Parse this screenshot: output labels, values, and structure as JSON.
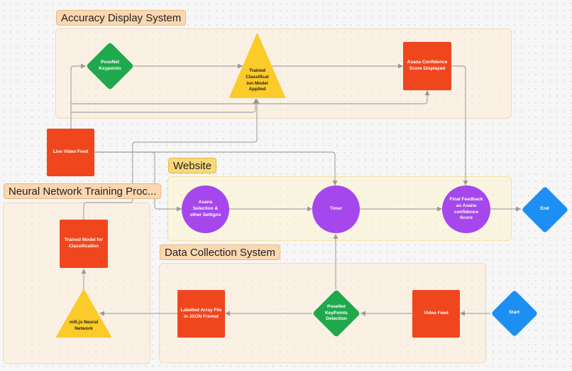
{
  "colors": {
    "process": "#f0461e",
    "keypoints": "#1fa94c",
    "model": "#fbcb2a",
    "timer": "#a547ec",
    "terminal": "#1d8ff2",
    "connector": "#a8a8a8"
  },
  "sections": {
    "accuracy": "Accuracy Display System",
    "website": "Website",
    "neural": "Neural Network Training Proc...",
    "data_collection": "Data Collection System"
  },
  "nodes": {
    "posenet_keypoints": "PoseNet Keypoints",
    "trained_model_applied": "Trained Classificat ion Model Applied",
    "asana_confidence_displayed": "Asana Confidence Score Displayed",
    "live_video_feed": "Live Video Feed",
    "asana_selection": "Asana Selection & other Settigns",
    "timer": "Timer",
    "final_feedback": "Final Feedback as Asana confidence Score",
    "end": "End",
    "trained_model_classification": "Trained Model for Classification",
    "ml5_network": "ml5.js Neural Network",
    "labelled_array": "Labelled Array File in JSON Fromat",
    "posenet_detection": "PoseNet KeyPoints Detection",
    "video_feed": "Video Feed",
    "start": "Start"
  }
}
